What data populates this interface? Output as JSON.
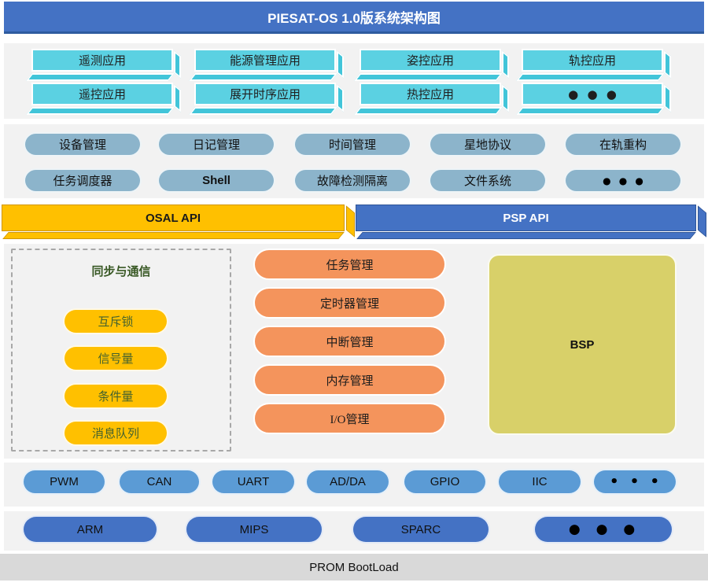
{
  "title": "PIESAT-OS 1.0版系统架构图",
  "app_layer": {
    "row1": [
      "遥测应用",
      "能源管理应用",
      "姿控应用",
      "轨控应用"
    ],
    "row2": [
      "遥控应用",
      "展开时序应用",
      "热控应用",
      "● ● ●"
    ]
  },
  "service_layer": {
    "row1": [
      "设备管理",
      "日记管理",
      "时间管理",
      "星地协议",
      "在轨重构"
    ],
    "row2": [
      "任务调度器",
      "Shell",
      "故障检测隔离",
      "文件系统",
      "● ● ●"
    ]
  },
  "api_layer": {
    "osal": "OSAL API",
    "psp": "PSP API"
  },
  "kernel_layer": {
    "sync_box": {
      "title": "同步与通信",
      "items": [
        "互斥锁",
        "信号量",
        "条件量",
        "消息队列"
      ]
    },
    "managers": [
      "任务管理",
      "定时器管理",
      "中断管理",
      "内存管理",
      "I/O管理"
    ],
    "bsp": "BSP"
  },
  "driver_layer": {
    "items": [
      "PWM",
      "CAN",
      "UART",
      "AD/DA",
      "GPIO",
      "IIC",
      "• • •"
    ]
  },
  "arch_layer": {
    "items": [
      "ARM",
      "MIPS",
      "SPARC",
      "● ● ●"
    ]
  },
  "bootloader": {
    "label": "PROM BootLoad"
  },
  "colors": {
    "banner_blue": "#4472C4",
    "app_cyan": "#5BD1E2",
    "app_cyan_shadow": "#42C5D9",
    "service_blue_gray": "#8CB4CB",
    "osal_yellow": "#FFC000",
    "psp_blue": "#4472C4",
    "manager_orange": "#F4945C",
    "sync_pill_yellow": "#FFC000",
    "sync_text_green": "#375723",
    "bsp_khaki": "#D8D069",
    "driver_blue": "#5B9BD5",
    "arch_blue": "#4472C4",
    "bootloader_gray": "#D9D9D9",
    "section_band_gray": "#F2F2F2"
  }
}
